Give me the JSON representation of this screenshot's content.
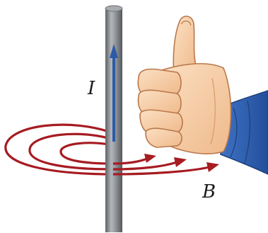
{
  "diagram": {
    "labels": {
      "current": "I",
      "field": "B"
    },
    "colors": {
      "wire": "#8a8d92",
      "current_arrow": "#2b5ba8",
      "field_lines": "#a61c22",
      "skin": "#f3c9a1",
      "skin_shadow": "#d99a6c",
      "sleeve": "#2f5fb0"
    },
    "icons": [
      "straight-wire",
      "current-arrow",
      "magnetic-field-loops",
      "thumbs-up-hand"
    ]
  }
}
